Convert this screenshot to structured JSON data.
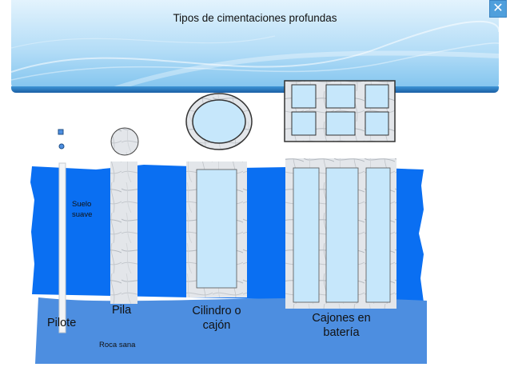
{
  "slide": {
    "title": "Tipos de cimentaciones profundas",
    "close_glyph": "✕"
  },
  "labels": {
    "suelo_line1": "Suelo",
    "suelo_line2": "suave",
    "pilote": "Pilote",
    "pila": "Pila",
    "cilindro_line1": "Cilindro o",
    "cilindro_line2": "cajón",
    "cajones_line1": "Cajones en",
    "cajones_line2": "batería",
    "roca": "Roca sana"
  },
  "colors": {
    "soft_soil": "#0a6ff2",
    "bedrock": "#4d8ee0",
    "concrete": "#e2e6ea",
    "void": "#c6e7fb",
    "outline": "#3c3c3c",
    "banner_accent": "#1a5fa5"
  }
}
